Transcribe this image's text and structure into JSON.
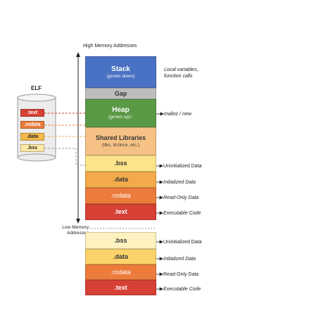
{
  "header": {
    "high_addresses": "High Memory Addresses",
    "low_addresses": "Low Memory Addresses"
  },
  "elf": {
    "title": "ELF",
    "sections": [
      ".text",
      ".rodata",
      ".data",
      ".bss"
    ]
  },
  "memory": {
    "stack": {
      "title": "Stack",
      "sub": "(grows down)",
      "note_line1": "Local variables,",
      "note_line2": "function calls"
    },
    "gap": {
      "title": "Gap"
    },
    "heap": {
      "title": "Heap",
      "sub": "(grows up)↑",
      "note": "malloc / new"
    },
    "shared": {
      "title": "Shared Libraries",
      "sub": "(libc, ld-linux, etc.)"
    },
    "upper": [
      {
        "name": ".bss",
        "note": "Uninitialized Data"
      },
      {
        "name": ".data",
        "note": "Initialized Data"
      },
      {
        "name": ".rodata",
        "note": "Read-Only Data"
      },
      {
        "name": ".text",
        "note": "Executable Code"
      }
    ],
    "lower": [
      {
        "name": ".bss",
        "note": "Uninitialized Data"
      },
      {
        "name": ".data",
        "note": "Initialized Data"
      },
      {
        "name": ".rodata",
        "note": "Read-Only Data"
      },
      {
        "name": ".text",
        "note": "Executable Code"
      }
    ]
  },
  "colors": {
    "stack": "#4a72c4",
    "gap": "#bdbdbd",
    "heap": "#5a9a47",
    "shared": "#f5c184",
    "bss": "#fde38a",
    "data": "#f3aa4a",
    "rodata": "#ec7c3b",
    "text": "#d64035",
    "lower_bss": "#fdf1bf"
  }
}
